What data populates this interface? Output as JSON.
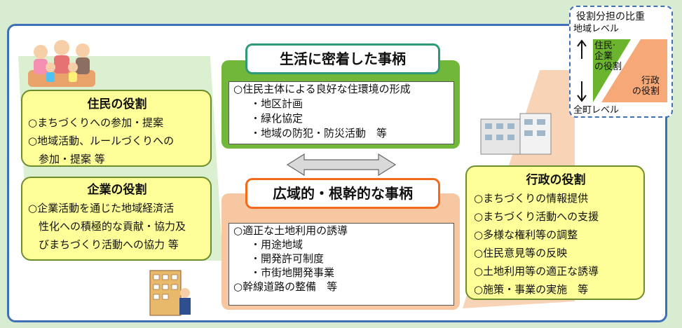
{
  "residents": {
    "title": "住民の役割",
    "lines": [
      "○まちづくりへの参加・提案",
      "○地域活動、ルールづくりへの",
      "　参加・提案 等"
    ]
  },
  "companies": {
    "title": "企業の役割",
    "lines": [
      "○企業活動を通じた地域経済活",
      "　性化への積極的な貢献・協力及",
      "　びまちづくり活動への協力 等"
    ]
  },
  "local_matters": {
    "title": "生活に密着した事柄",
    "lines": [
      "○住民主体による良好な住環境の形成",
      "・地区計画",
      "・緑化協定",
      "・地域の防犯・防災活動　等"
    ]
  },
  "regional_matters": {
    "title": "広域的・根幹的な事柄",
    "lines": [
      "○適正な土地利用の誘導",
      "・用途地域",
      "・開発許可制度",
      "・市街地開発事業",
      "○幹線道路の整備　等"
    ]
  },
  "administration": {
    "title": "行政の役割",
    "lines": [
      "○まちづくりの情報提供",
      "○まちづくり活動への支援",
      "○多様な権利等の調整",
      "○住民意見等の反映",
      "○土地利用等の適正な誘導",
      "○施策・事業の実施　等"
    ]
  },
  "ratio_legend": {
    "title": "役割分担の比重",
    "top_label": "地域レベル",
    "bottom_label": "全町レベル",
    "resident_share": [
      "住民·",
      "企業",
      "の役割"
    ],
    "admin_share": [
      "行政",
      "の役割"
    ],
    "colors": {
      "resident": "#6bb52e",
      "admin": "#f7a877"
    }
  },
  "colors": {
    "frame": "#3f6fb7",
    "green": "#71b73a",
    "orange": "#f7c7a1",
    "yellow": "#ffff99"
  }
}
